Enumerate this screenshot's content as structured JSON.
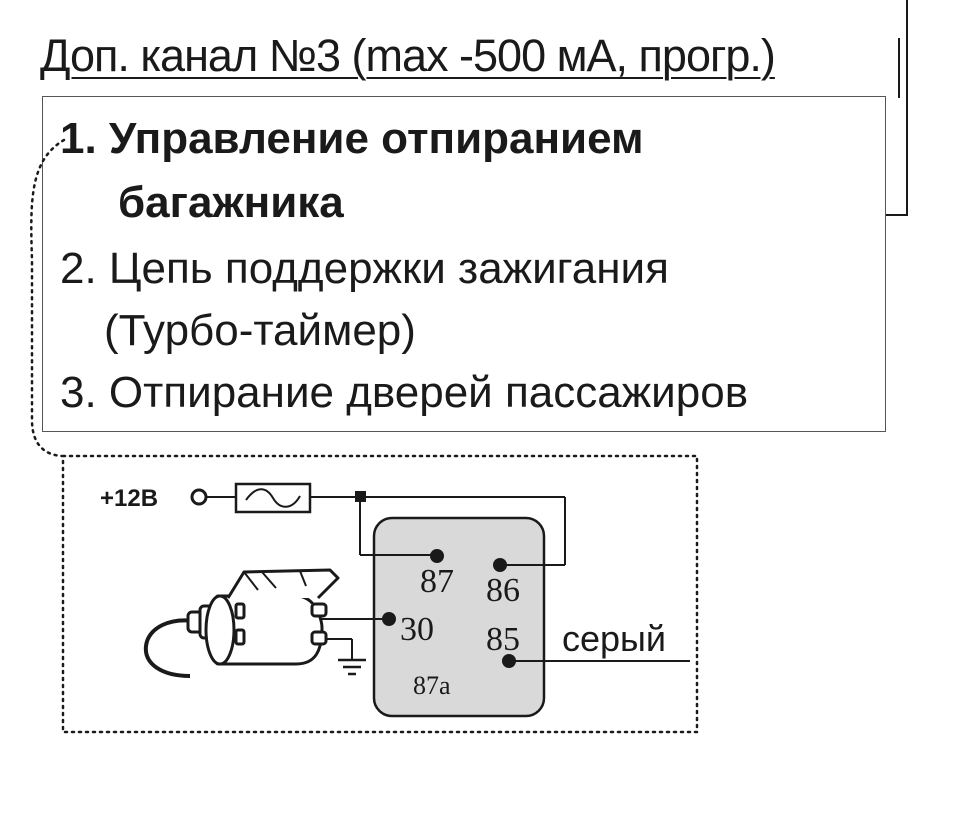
{
  "header": {
    "title": "Доп. канал №3 (max -500 мА, прогр.)"
  },
  "options": {
    "item1_line1": "1. Управление отпиранием",
    "item1_line2": "багажника",
    "item2_line1": "2. Цепь поддержки зажигания",
    "item2_line2": "(Турбо-таймер)",
    "item3": "3. Отпирание дверей пассажиров"
  },
  "diagram": {
    "power_label": "+12В",
    "relay_pins": {
      "p87": "87",
      "p86": "86",
      "p30": "30",
      "p85": "85",
      "p87a": "87а"
    },
    "wire_color_label": "серый",
    "relay_fill": "#d9d9d9",
    "line_color": "#1a1a1a"
  }
}
